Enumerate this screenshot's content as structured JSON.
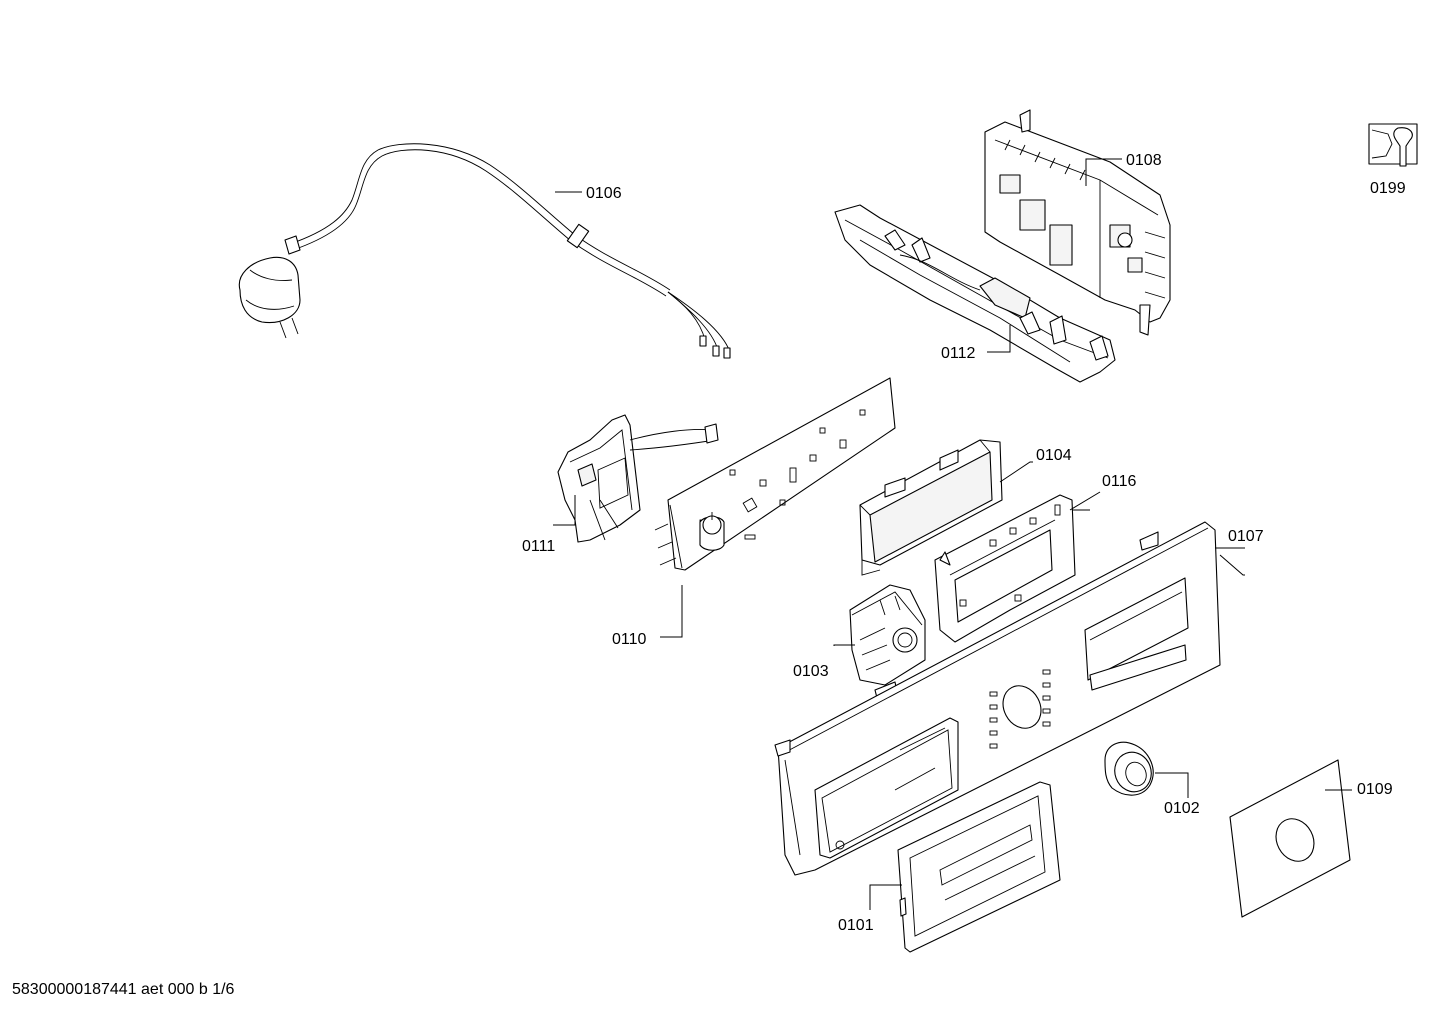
{
  "parts": {
    "p0106": "0106",
    "p0108": "0108",
    "p0199": "0199",
    "p0112": "0112",
    "p0104": "0104",
    "p0116": "0116",
    "p0111": "0111",
    "p0107": "0107",
    "p0110": "0110",
    "p0103": "0103",
    "p0102": "0102",
    "p0109": "0109",
    "p0101": "0101"
  },
  "footer": {
    "doc_id": "58300000187441 aet 000 b 1/6"
  },
  "icons": {
    "service": "wrench-nut-icon"
  }
}
